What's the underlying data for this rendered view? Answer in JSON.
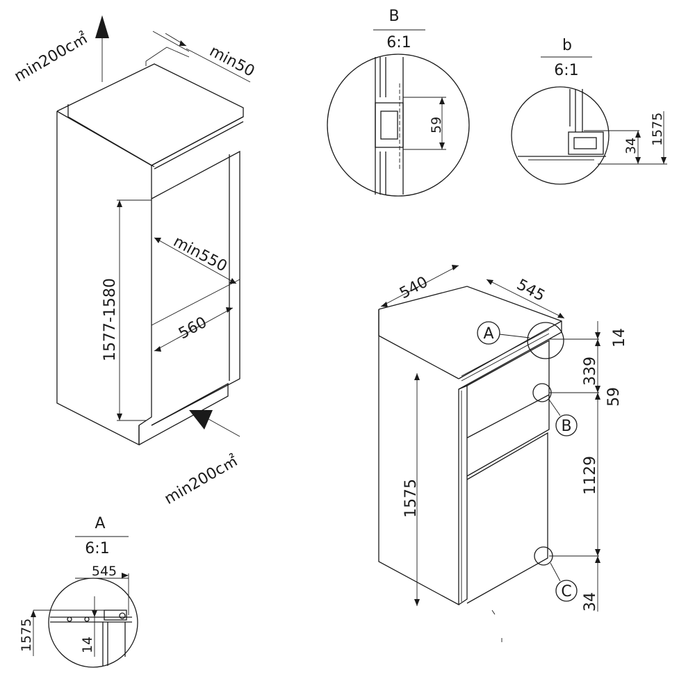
{
  "niche": {
    "vent_top": "min200c㎡",
    "gap_top": "min50",
    "depth": "min550",
    "width": "560",
    "height": "1577-1580",
    "vent_bottom": "min200c㎡"
  },
  "detail_b": {
    "letter": "B",
    "scale": "6:1",
    "dim": "59"
  },
  "detail_c": {
    "letter": "b",
    "scale": "6:1",
    "dim_small": "34",
    "dim_height": "1575"
  },
  "detail_a": {
    "letter": "A",
    "scale": "6:1",
    "dim_width": "545",
    "dim_height": "1575",
    "dim_small": "14"
  },
  "appliance": {
    "width": "540",
    "depth": "545",
    "height": "1575",
    "dim_14": "14",
    "dim_339": "339",
    "dim_59": "59",
    "dim_1129": "1129",
    "dim_34": "34",
    "callout_a": "A",
    "callout_b": "B",
    "callout_c": "C"
  }
}
